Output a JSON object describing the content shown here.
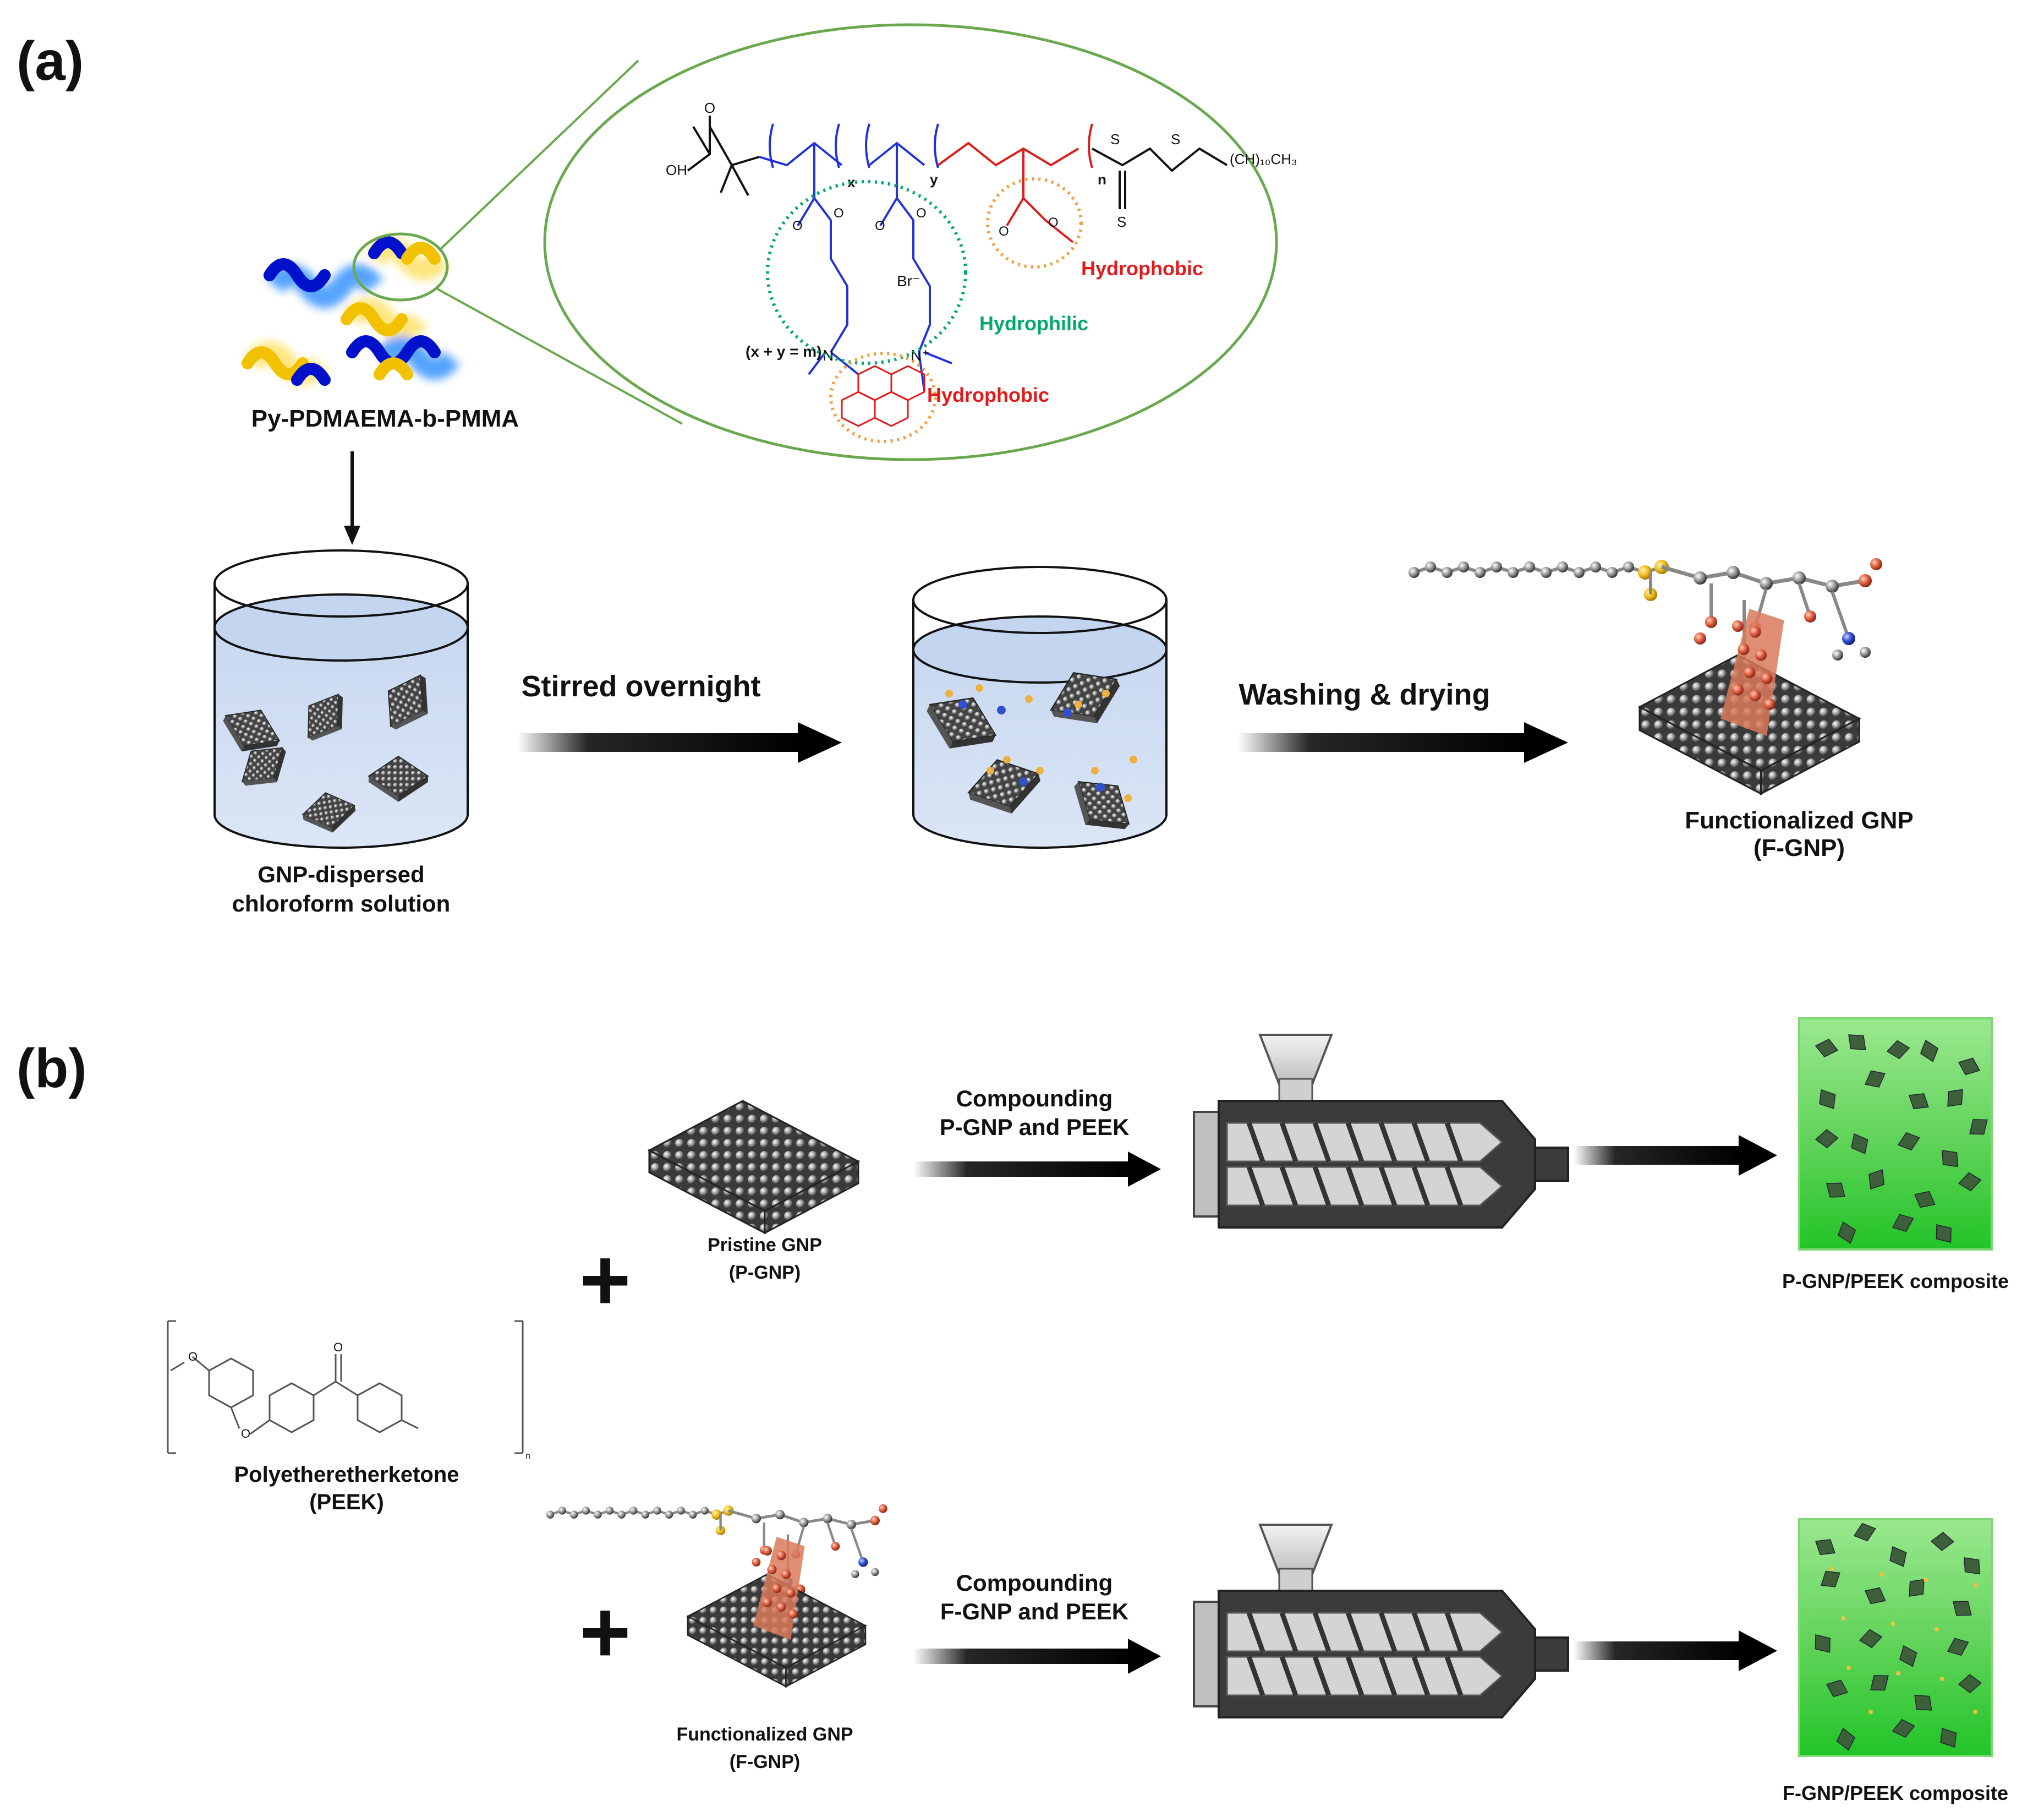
{
  "panel_a": {
    "label": "(a)",
    "polymer_name": "Py-PDMAEMA-b-PMMA",
    "structure": {
      "oh": "OH",
      "x": "x",
      "y": "y",
      "n": "n",
      "s1": "S",
      "s2": "S",
      "s3": "S",
      "chain_end": "(CH)₁₀CH₃",
      "bromide": "Br⁻",
      "n_plus": "N⁺",
      "n_amine": "N",
      "ratio": "(x + y = m)",
      "hydrophobic_top": "Hydrophobic",
      "hydrophilic": "Hydrophilic",
      "hydrophobic_bottom": "Hydrophobic"
    },
    "beaker1_caption_line1": "GNP-dispersed",
    "beaker1_caption_line2": "chloroform solution",
    "arrow1_label": "Stirred overnight",
    "arrow2_label": "Washing & drying",
    "product_line1": "Functionalized GNP",
    "product_line2": "(F-GNP)"
  },
  "panel_b": {
    "label": "(b)",
    "peek_name_line1": "Polyetheretherketone",
    "peek_name_line2": "(PEEK)",
    "peek_o1": "O",
    "peek_o2": "O",
    "peek_o3": "O",
    "peek_n": "n",
    "plus": "+",
    "top": {
      "filler_line1": "Pristine GNP",
      "filler_line2": "(P-GNP)",
      "arrow_line1": "Compounding",
      "arrow_line2": "P-GNP and PEEK",
      "composite": "P-GNP/PEEK composite"
    },
    "bottom": {
      "filler_line1": "Functionalized GNP",
      "filler_line2": "(F-GNP)",
      "arrow_line1": "Compounding",
      "arrow_line2": "F-GNP and PEEK",
      "composite": "F-GNP/PEEK composite"
    }
  },
  "colors": {
    "green_outline": "#6aa84f",
    "hydrophilic": "#00a86b",
    "hydrophobic": "#e01b1b",
    "orange_dot": "#f0a040",
    "blue_chain": "#2233dd",
    "water": "#d6e3f5",
    "composite_green": "#4fd84a"
  }
}
